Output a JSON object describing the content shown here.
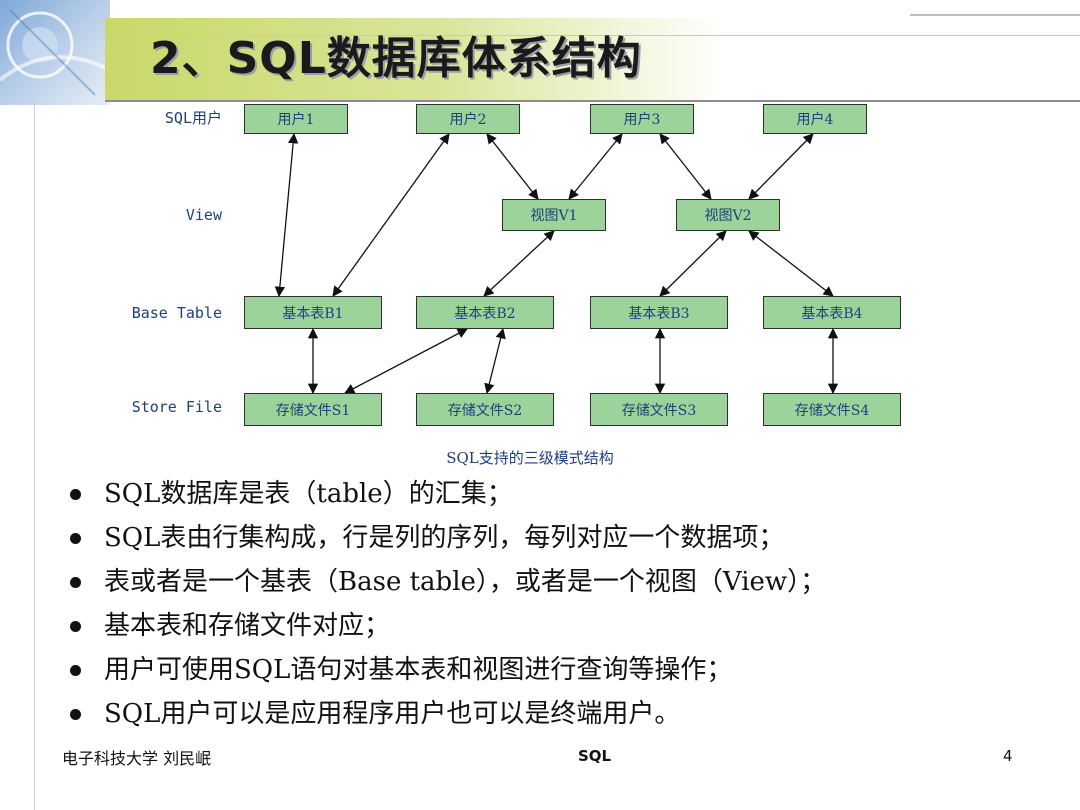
{
  "title": "2、SQL数据库体系结构",
  "levels": [
    "SQL用户",
    "View",
    "Base Table",
    "Store File"
  ],
  "users": [
    "用户1",
    "用户2",
    "用户3",
    "用户4"
  ],
  "views": [
    "视图V1",
    "视图V2"
  ],
  "base_tables": [
    "基本表B1",
    "基本表B2",
    "基本表B3",
    "基本表B4"
  ],
  "store_files": [
    "存储文件S1",
    "存储文件S2",
    "存储文件S3",
    "存储文件S4"
  ],
  "caption": "SQL支持的三级模式结构",
  "bullets": [
    "SQL数据库是表（table）的汇集；",
    "SQL表由行集构成，行是列的序列，每列对应一个数据项；",
    "表或者是一个基表（Base table），或者是一个视图（View）；",
    "基本表和存储文件对应；",
    "用户可使用SQL语句对基本表和视图进行查询等操作；",
    "SQL用户可以是应用程序用户也可以是终端用户。"
  ],
  "footer": {
    "author": "电子科技大学 刘民岷",
    "subject": "SQL",
    "page": "4"
  },
  "colors": {
    "box_fill": "#9bd39b",
    "diagram_text": "#1f3f7a",
    "title_band": "#c9d86a"
  }
}
